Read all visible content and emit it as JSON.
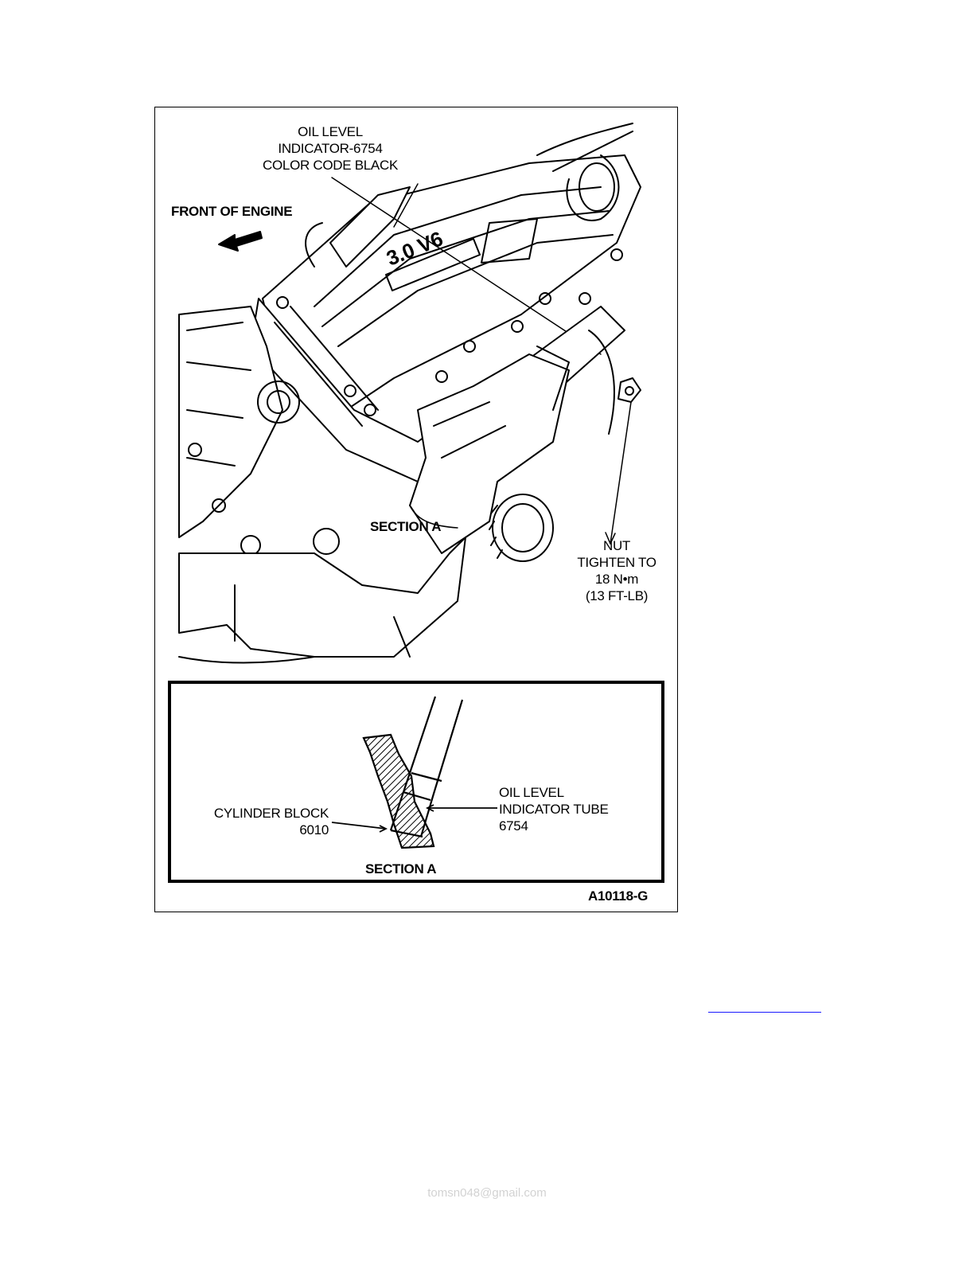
{
  "figure": {
    "labels": {
      "oil_level_indicator": [
        "OIL LEVEL",
        "INDICATOR-6754",
        "COLOR CODE BLACK"
      ],
      "front_of_engine": "FRONT OF ENGINE",
      "engine_badge": "3.0 V6",
      "section_a_callout": "SECTION A",
      "nut": [
        "NUT",
        "TIGHTEN TO",
        "18 N•m",
        "(13 FT-LB)"
      ]
    },
    "inset": {
      "cylinder_block": [
        "CYLINDER BLOCK",
        "6010"
      ],
      "oil_level_tube": [
        "OIL LEVEL",
        "INDICATOR TUBE",
        "6754"
      ],
      "section_title": "SECTION A"
    },
    "figure_id": "A10118-G"
  },
  "footer": {
    "watermark": "tomsn048@gmail.com"
  }
}
